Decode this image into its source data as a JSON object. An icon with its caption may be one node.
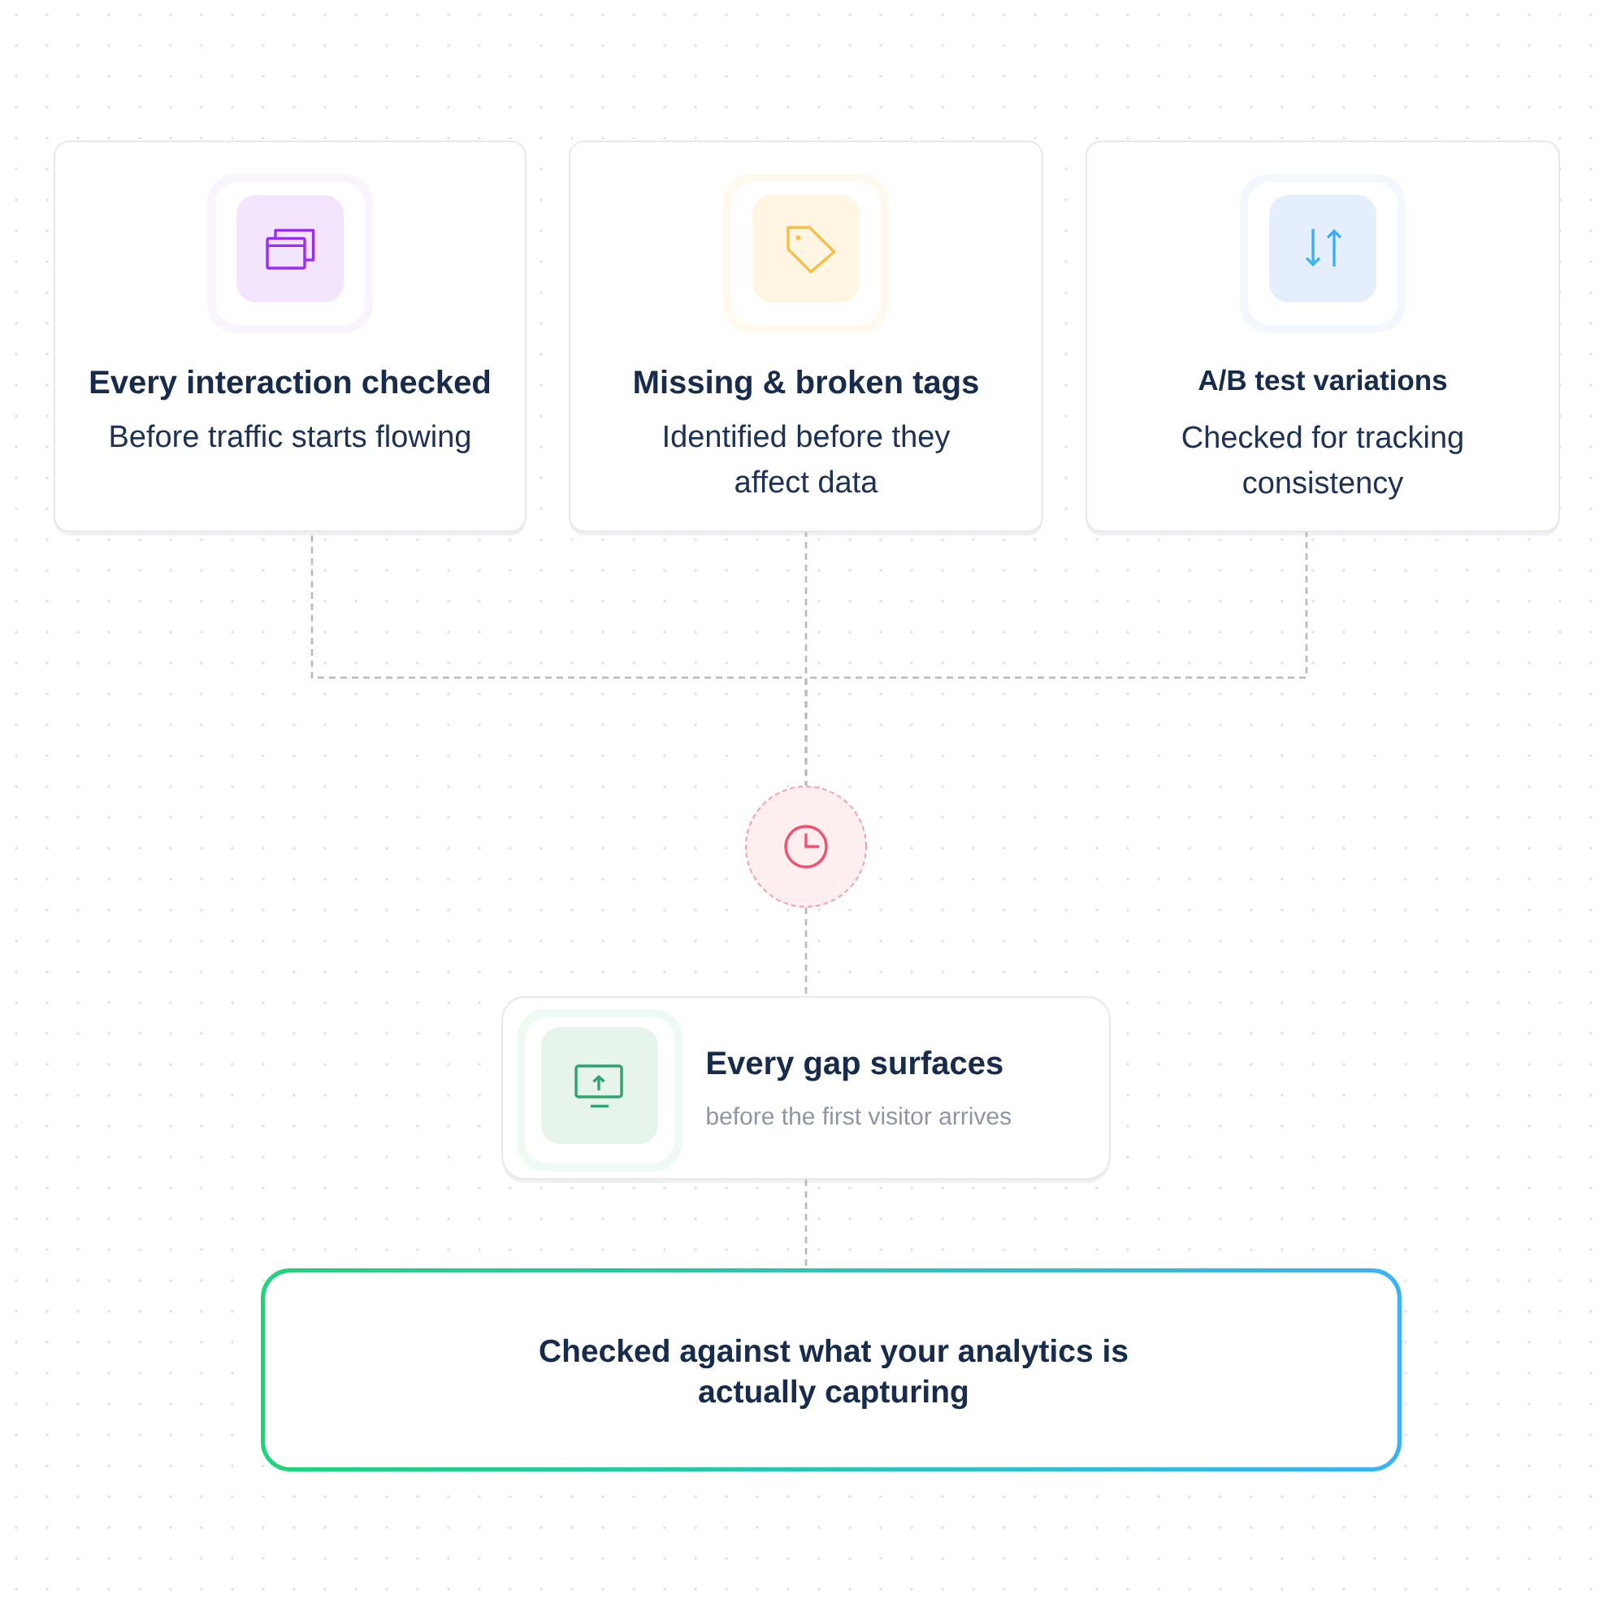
{
  "diagram": {
    "nodes": [
      {
        "text": [
          "Every interaction checked",
          "Before traffic starts flowing"
        ]
      },
      {
        "text": [
          "Missing & broken tags",
          "Identified before they affect data"
        ]
      },
      {
        "text": [
          "A/B test variations",
          "Checked for tracking consistency"
        ]
      },
      {
        "text": [],
        "shape": "circle"
      },
      {
        "text": [
          "Every gap surfaces",
          "before the first visitor arrives"
        ]
      },
      {
        "text": [
          "Checked against what your analytics is actually capturing"
        ]
      }
    ],
    "edges": [
      {
        "from": 0,
        "to": 3,
        "arrow": "none",
        "style": "dashed"
      },
      {
        "from": 1,
        "to": 3,
        "arrow": "none",
        "style": "dashed"
      },
      {
        "from": 2,
        "to": 3,
        "arrow": "none",
        "style": "dashed"
      },
      {
        "from": 3,
        "to": 4,
        "arrow": "none",
        "style": "dashed"
      },
      {
        "from": 4,
        "to": 5,
        "arrow": "none",
        "style": "dashed"
      }
    ]
  }
}
